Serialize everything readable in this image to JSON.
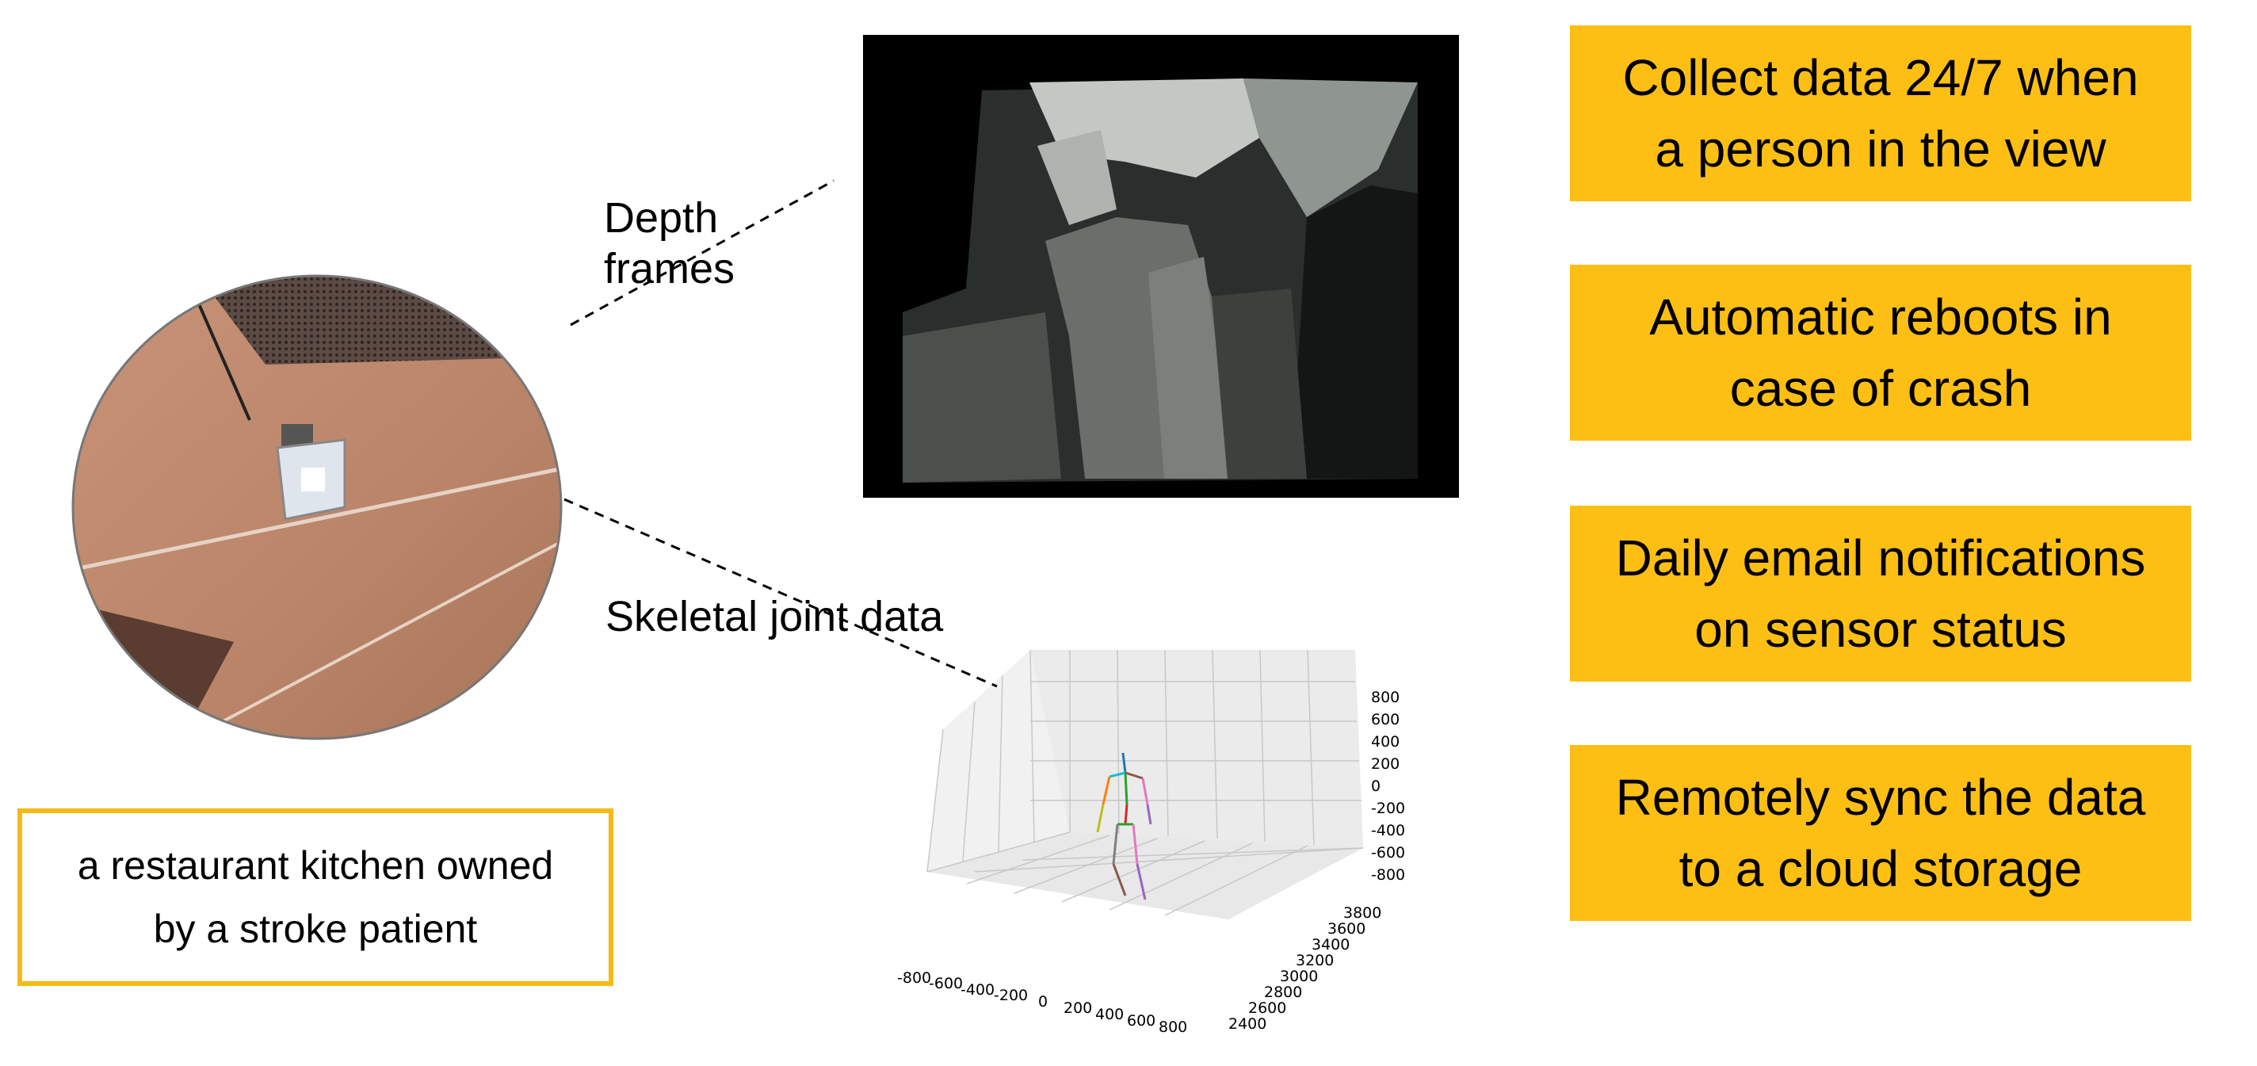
{
  "features": [
    "Collect data 24/7 when\na person in the view",
    "Automatic reboots in\ncase of crash",
    "Daily email notifications\non sensor status",
    "Remotely sync the data\nto a cloud storage"
  ],
  "labels": {
    "depth": "Depth\nframes",
    "skeleton": "Skeletal joint data"
  },
  "caption": "a restaurant kitchen owned\nby a stroke patient",
  "chart_data": {
    "type": "scatter",
    "title": "",
    "z_ticks": [
      "800",
      "600",
      "400",
      "200",
      "0",
      "-200",
      "-400",
      "-600",
      "-800"
    ],
    "x_ticks": [
      "-800",
      "-600",
      "-400",
      "-200",
      "0",
      "200",
      "400",
      "600",
      "800"
    ],
    "y_ticks": [
      "2400",
      "2600",
      "2800",
      "3000",
      "3200",
      "3400",
      "3600",
      "3800"
    ],
    "grid": true
  },
  "colors": {
    "feature_fill": "#fdbf14",
    "caption_border": "#f5b918"
  }
}
